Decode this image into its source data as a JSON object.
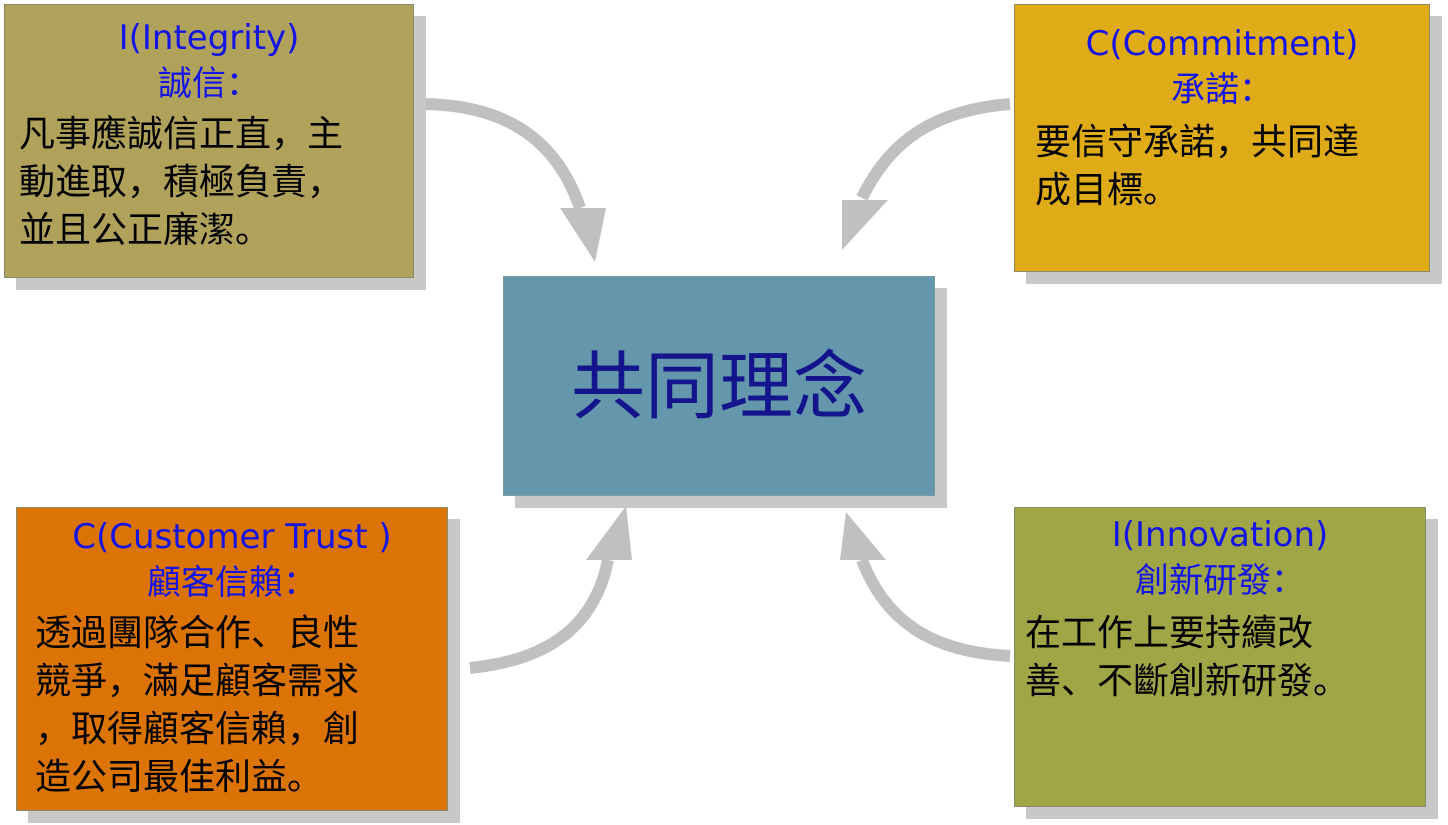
{
  "center": {
    "title": "共同理念"
  },
  "integrity": {
    "title": "I(Integrity)",
    "subtitle": "誠信：",
    "body": "凡事應誠信正直，主\n動進取，積極負責，\n並且公正廉潔。"
  },
  "commitment": {
    "title": "C(Commitment)",
    "subtitle": "承諾：",
    "body": "要信守承諾，共同達\n成目標。"
  },
  "customer_trust": {
    "title": "C(Customer Trust )",
    "subtitle": "顧客信賴：",
    "body": "透過團隊合作、良性\n競爭，滿足顧客需求\n，取得顧客信賴，創\n造公司最佳利益。"
  },
  "innovation": {
    "title": "I(Innovation)",
    "subtitle": "創新研發：",
    "body": "在工作上要持續改\n善、不斷創新研發。"
  },
  "colors": {
    "integrity": "#b1a25b",
    "commitment": "#dfab17",
    "center": "#6497ab",
    "customer_trust": "#dc7405",
    "innovation": "#a0a645",
    "heading_text": "#1414e6",
    "center_text": "#14148c",
    "arrow": "#c0c0c0",
    "shadow": "#c8c8c8"
  }
}
